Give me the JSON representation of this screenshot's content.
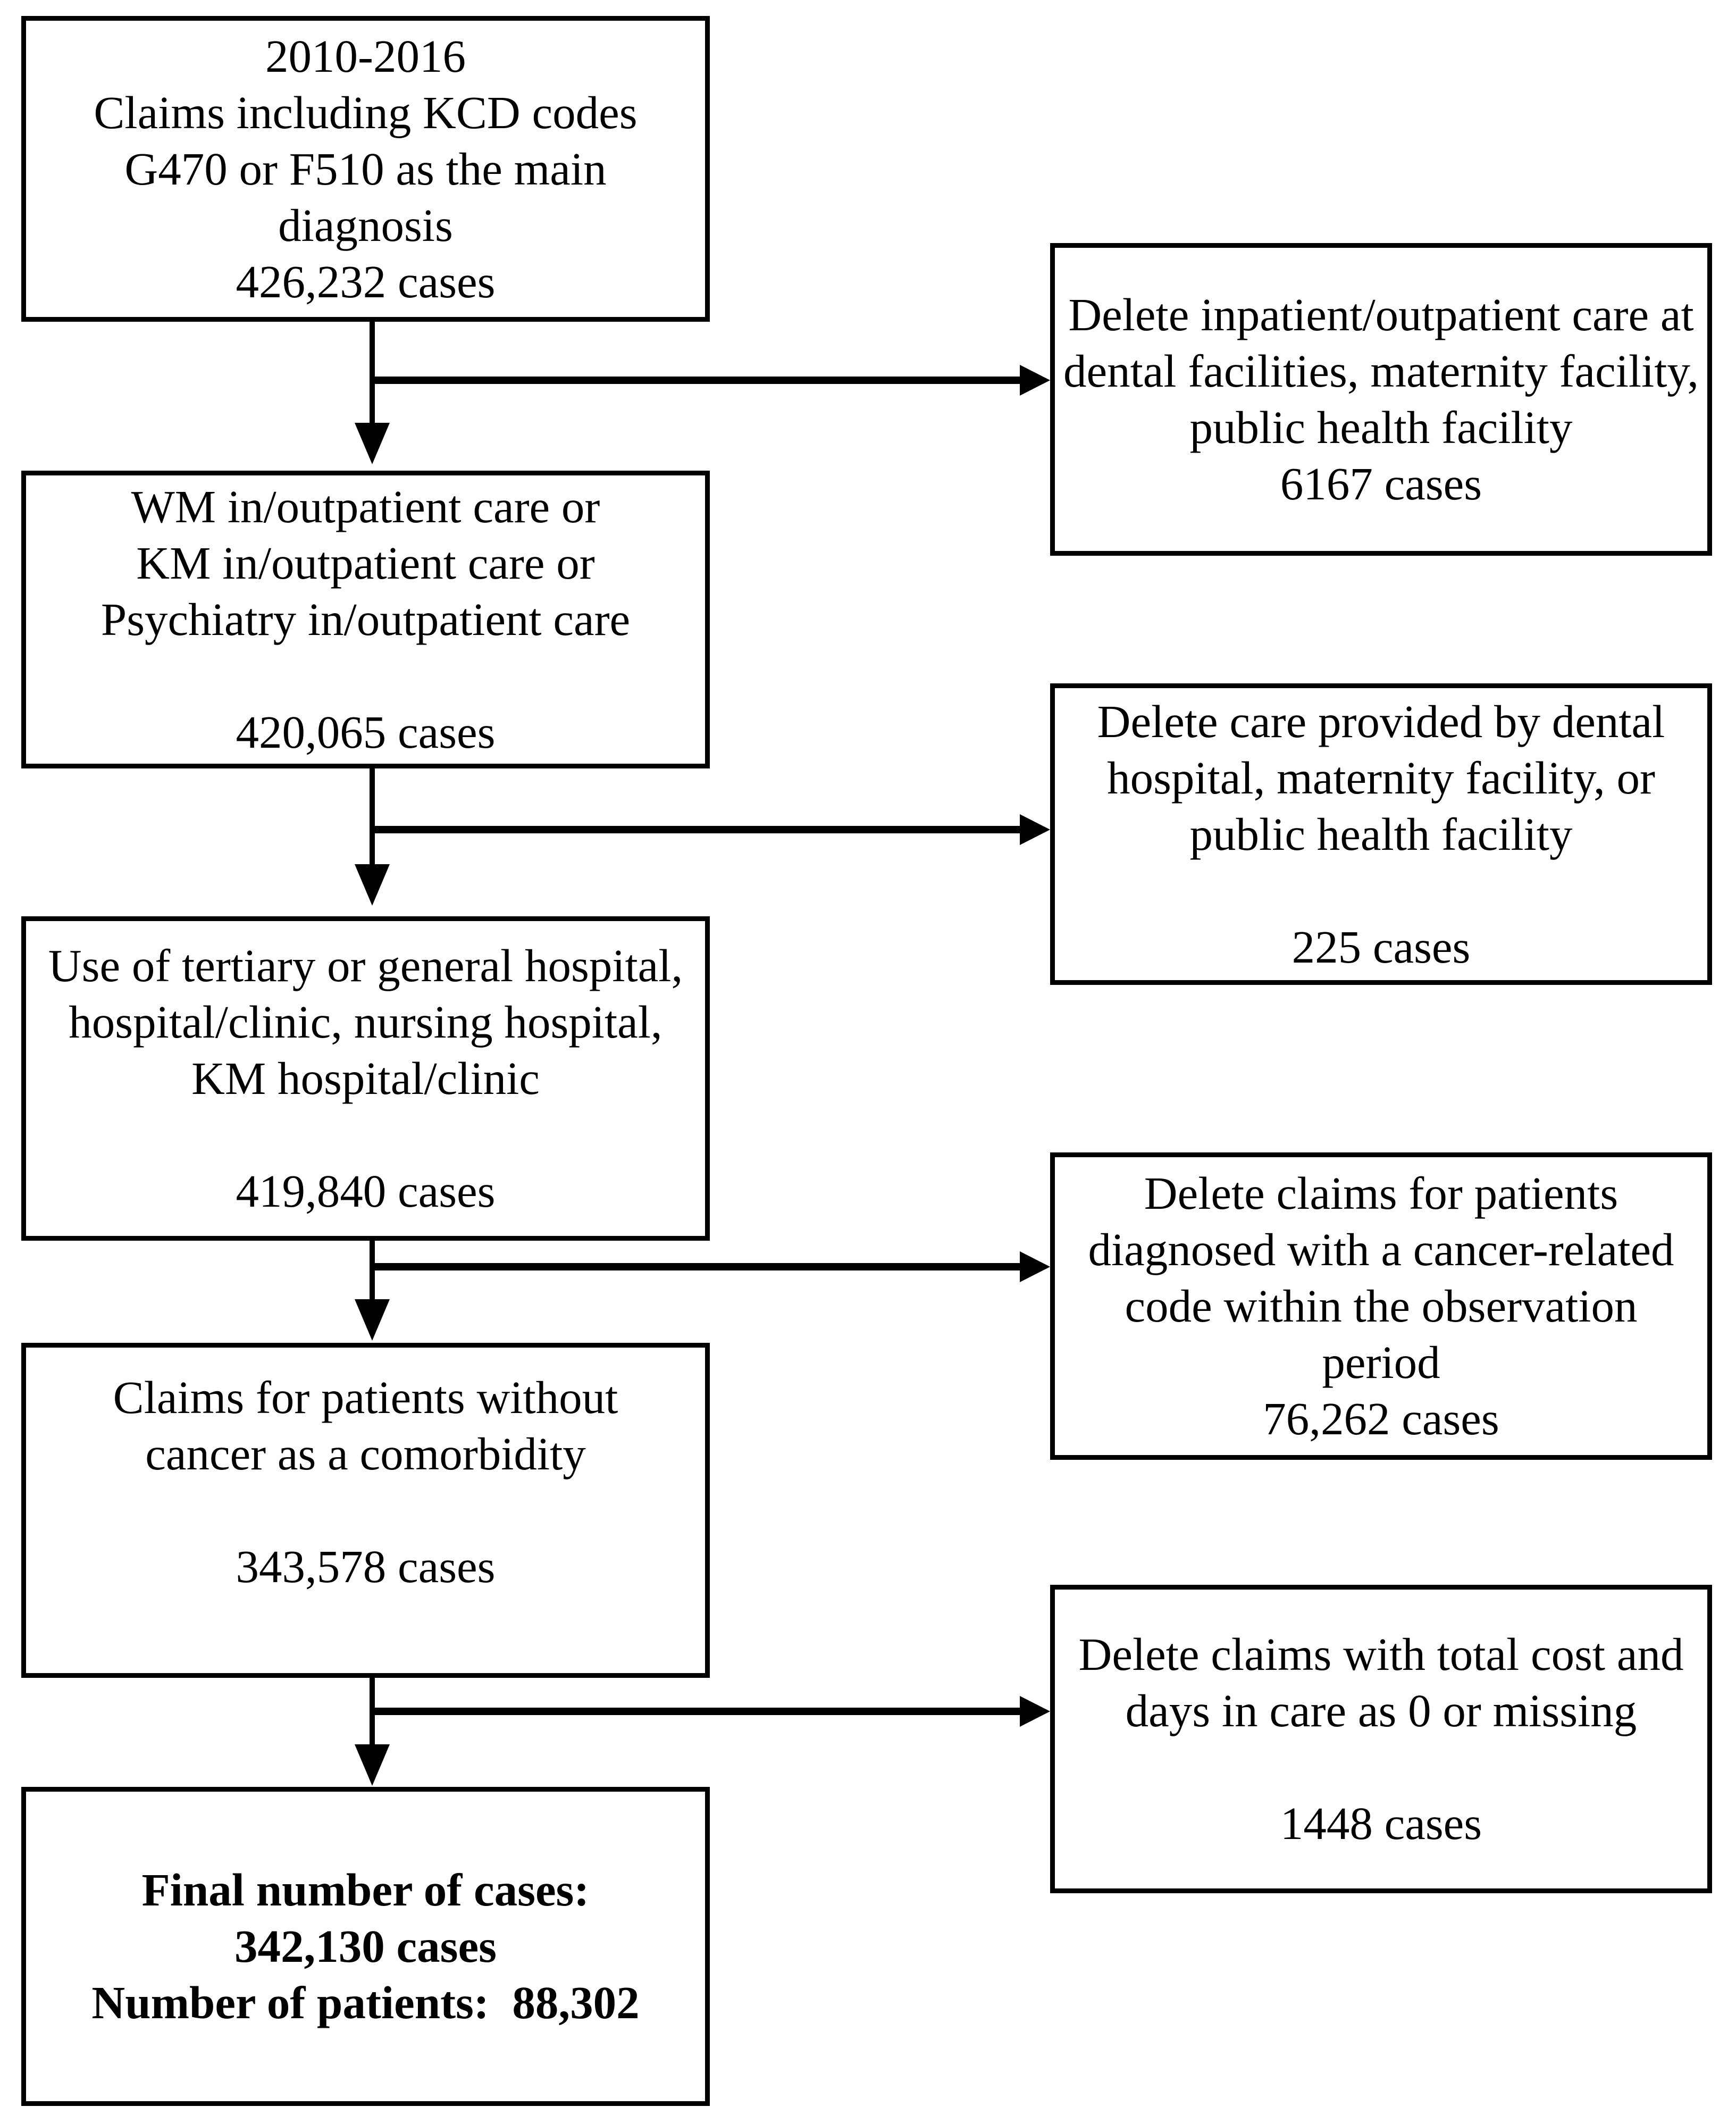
{
  "flowchart": {
    "colors": {
      "border": "#000000",
      "background": "#ffffff",
      "text": "#000000"
    },
    "main_boxes": [
      {
        "name": "claims-2010-2016",
        "lines": [
          "2010-2016",
          "Claims including KCD codes",
          "G470 or F510 as the main",
          "diagnosis",
          "426,232 cases"
        ]
      },
      {
        "name": "wm-km-psychiatry-care",
        "lines": [
          "WM in/outpatient care or",
          "KM in/outpatient care or",
          "Psychiatry in/outpatient care",
          "",
          "420,065 cases"
        ]
      },
      {
        "name": "facility-types",
        "lines": [
          "Use of tertiary or general hospital,",
          "hospital/clinic, nursing hospital,",
          "KM hospital/clinic",
          "",
          "419,840 cases"
        ]
      },
      {
        "name": "no-cancer-comorbidity",
        "lines": [
          "Claims for patients without",
          "cancer as a comorbidity",
          "",
          "343,578 cases",
          ""
        ]
      },
      {
        "name": "final-count",
        "lines": [
          "Final number of cases:",
          "342,130 cases",
          "Number of patients:  88,302"
        ]
      }
    ],
    "exclusion_boxes": [
      {
        "name": "delete-dental-facilities",
        "lines": [
          "Delete inpatient/outpatient care at",
          "dental facilities, maternity facility,",
          "public health facility",
          "6167 cases"
        ]
      },
      {
        "name": "delete-dental-hospital",
        "lines": [
          "Delete care provided by dental",
          "hospital, maternity facility, or",
          "public health facility",
          "",
          "225 cases"
        ]
      },
      {
        "name": "delete-cancer-code",
        "lines": [
          "Delete claims for patients",
          "diagnosed with a cancer-related",
          "code within the observation",
          "period",
          "76,262 cases"
        ]
      },
      {
        "name": "delete-zero-cost",
        "lines": [
          "Delete claims with total cost and",
          "days in care as 0 or missing",
          "",
          "1448 cases"
        ]
      }
    ]
  }
}
